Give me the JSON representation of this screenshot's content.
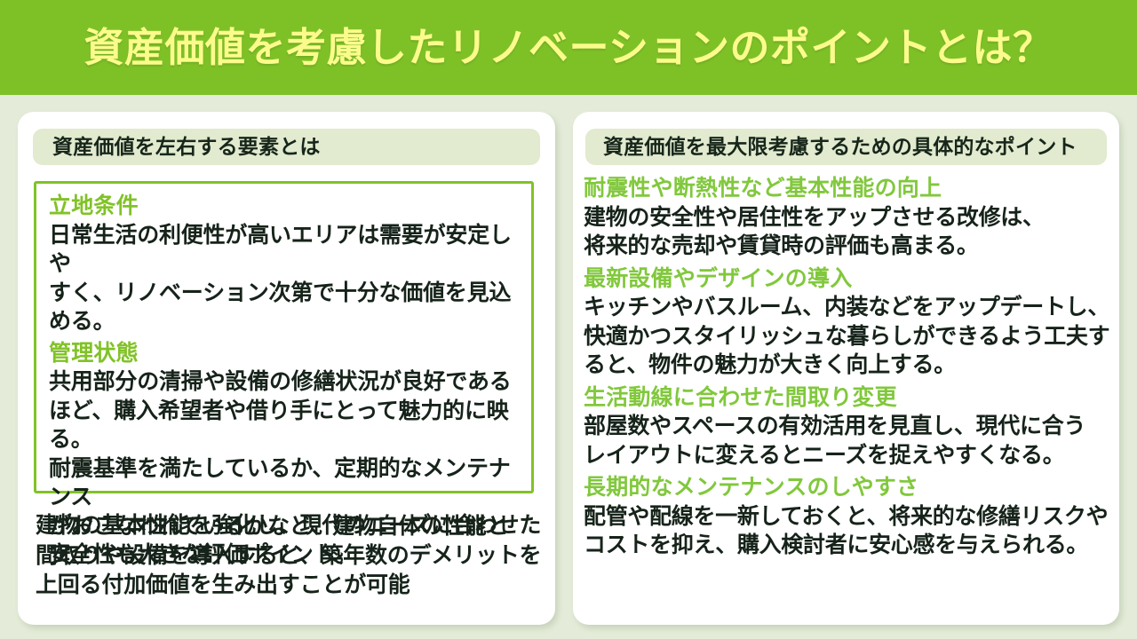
{
  "banner": {
    "title": "資産価値を考慮したリノベーションのポイントとは？",
    "bg_color": "#7ec127",
    "text_color": "#fbfb8c"
  },
  "theme": {
    "page_bg": "#e4ecd9",
    "card_bg": "#ffffff",
    "pill_bg": "#e2eacf",
    "accent_green": "#81c227",
    "accent_green_light": "#81c83c",
    "body_text": "#16231a"
  },
  "left_card": {
    "header": "資産価値を左右する要素とは",
    "factors": [
      {
        "title": "立地条件",
        "body_lines": [
          "日常生活の利便性が高いエリアは需要が安定しや",
          "すく、リノベーション次第で十分な価値を見込める。"
        ]
      },
      {
        "title": "管理状態",
        "body_lines": [
          "共用部分の清掃や設備の修繕状況が良好である",
          "ほど、購入希望者や借り手にとって魅力的に映る。",
          "耐震基準を満たしているか、定期的なメンテナンス",
          "がおこなわれているかなど、建物自体の性能と",
          "安全性も大きな評価ポイント。"
        ]
      }
    ],
    "summary_lines": [
      "建物の基本性能を強化し、現代のニーズに合わせた",
      "間取りや設備を導入すると、築年数のデメリットを",
      "上回る付加価値を生み出すことが可能"
    ]
  },
  "right_card": {
    "header": "資産価値を最大限考慮するための具体的なポイント",
    "points": [
      {
        "title": "耐震性や断熱性など基本性能の向上",
        "body_lines": [
          "建物の安全性や居住性をアップさせる改修は、",
          "将来的な売却や賃貸時の評価も高まる。"
        ]
      },
      {
        "title": "最新設備やデザインの導入",
        "body_lines": [
          "キッチンやバスルーム、内装などをアップデートし、",
          "快適かつスタイリッシュな暮らしができるよう工夫す",
          "ると、物件の魅力が大きく向上する。"
        ]
      },
      {
        "title": "生活動線に合わせた間取り変更",
        "body_lines": [
          "部屋数やスペースの有効活用を見直し、現代に合う",
          "レイアウトに変えるとニーズを捉えやすくなる。"
        ]
      },
      {
        "title": "長期的なメンテナンスのしやすさ",
        "body_lines": [
          "配管や配線を一新しておくと、将来的な修繕リスクや",
          "コストを抑え、購入検討者に安心感を与えられる。"
        ]
      }
    ]
  }
}
